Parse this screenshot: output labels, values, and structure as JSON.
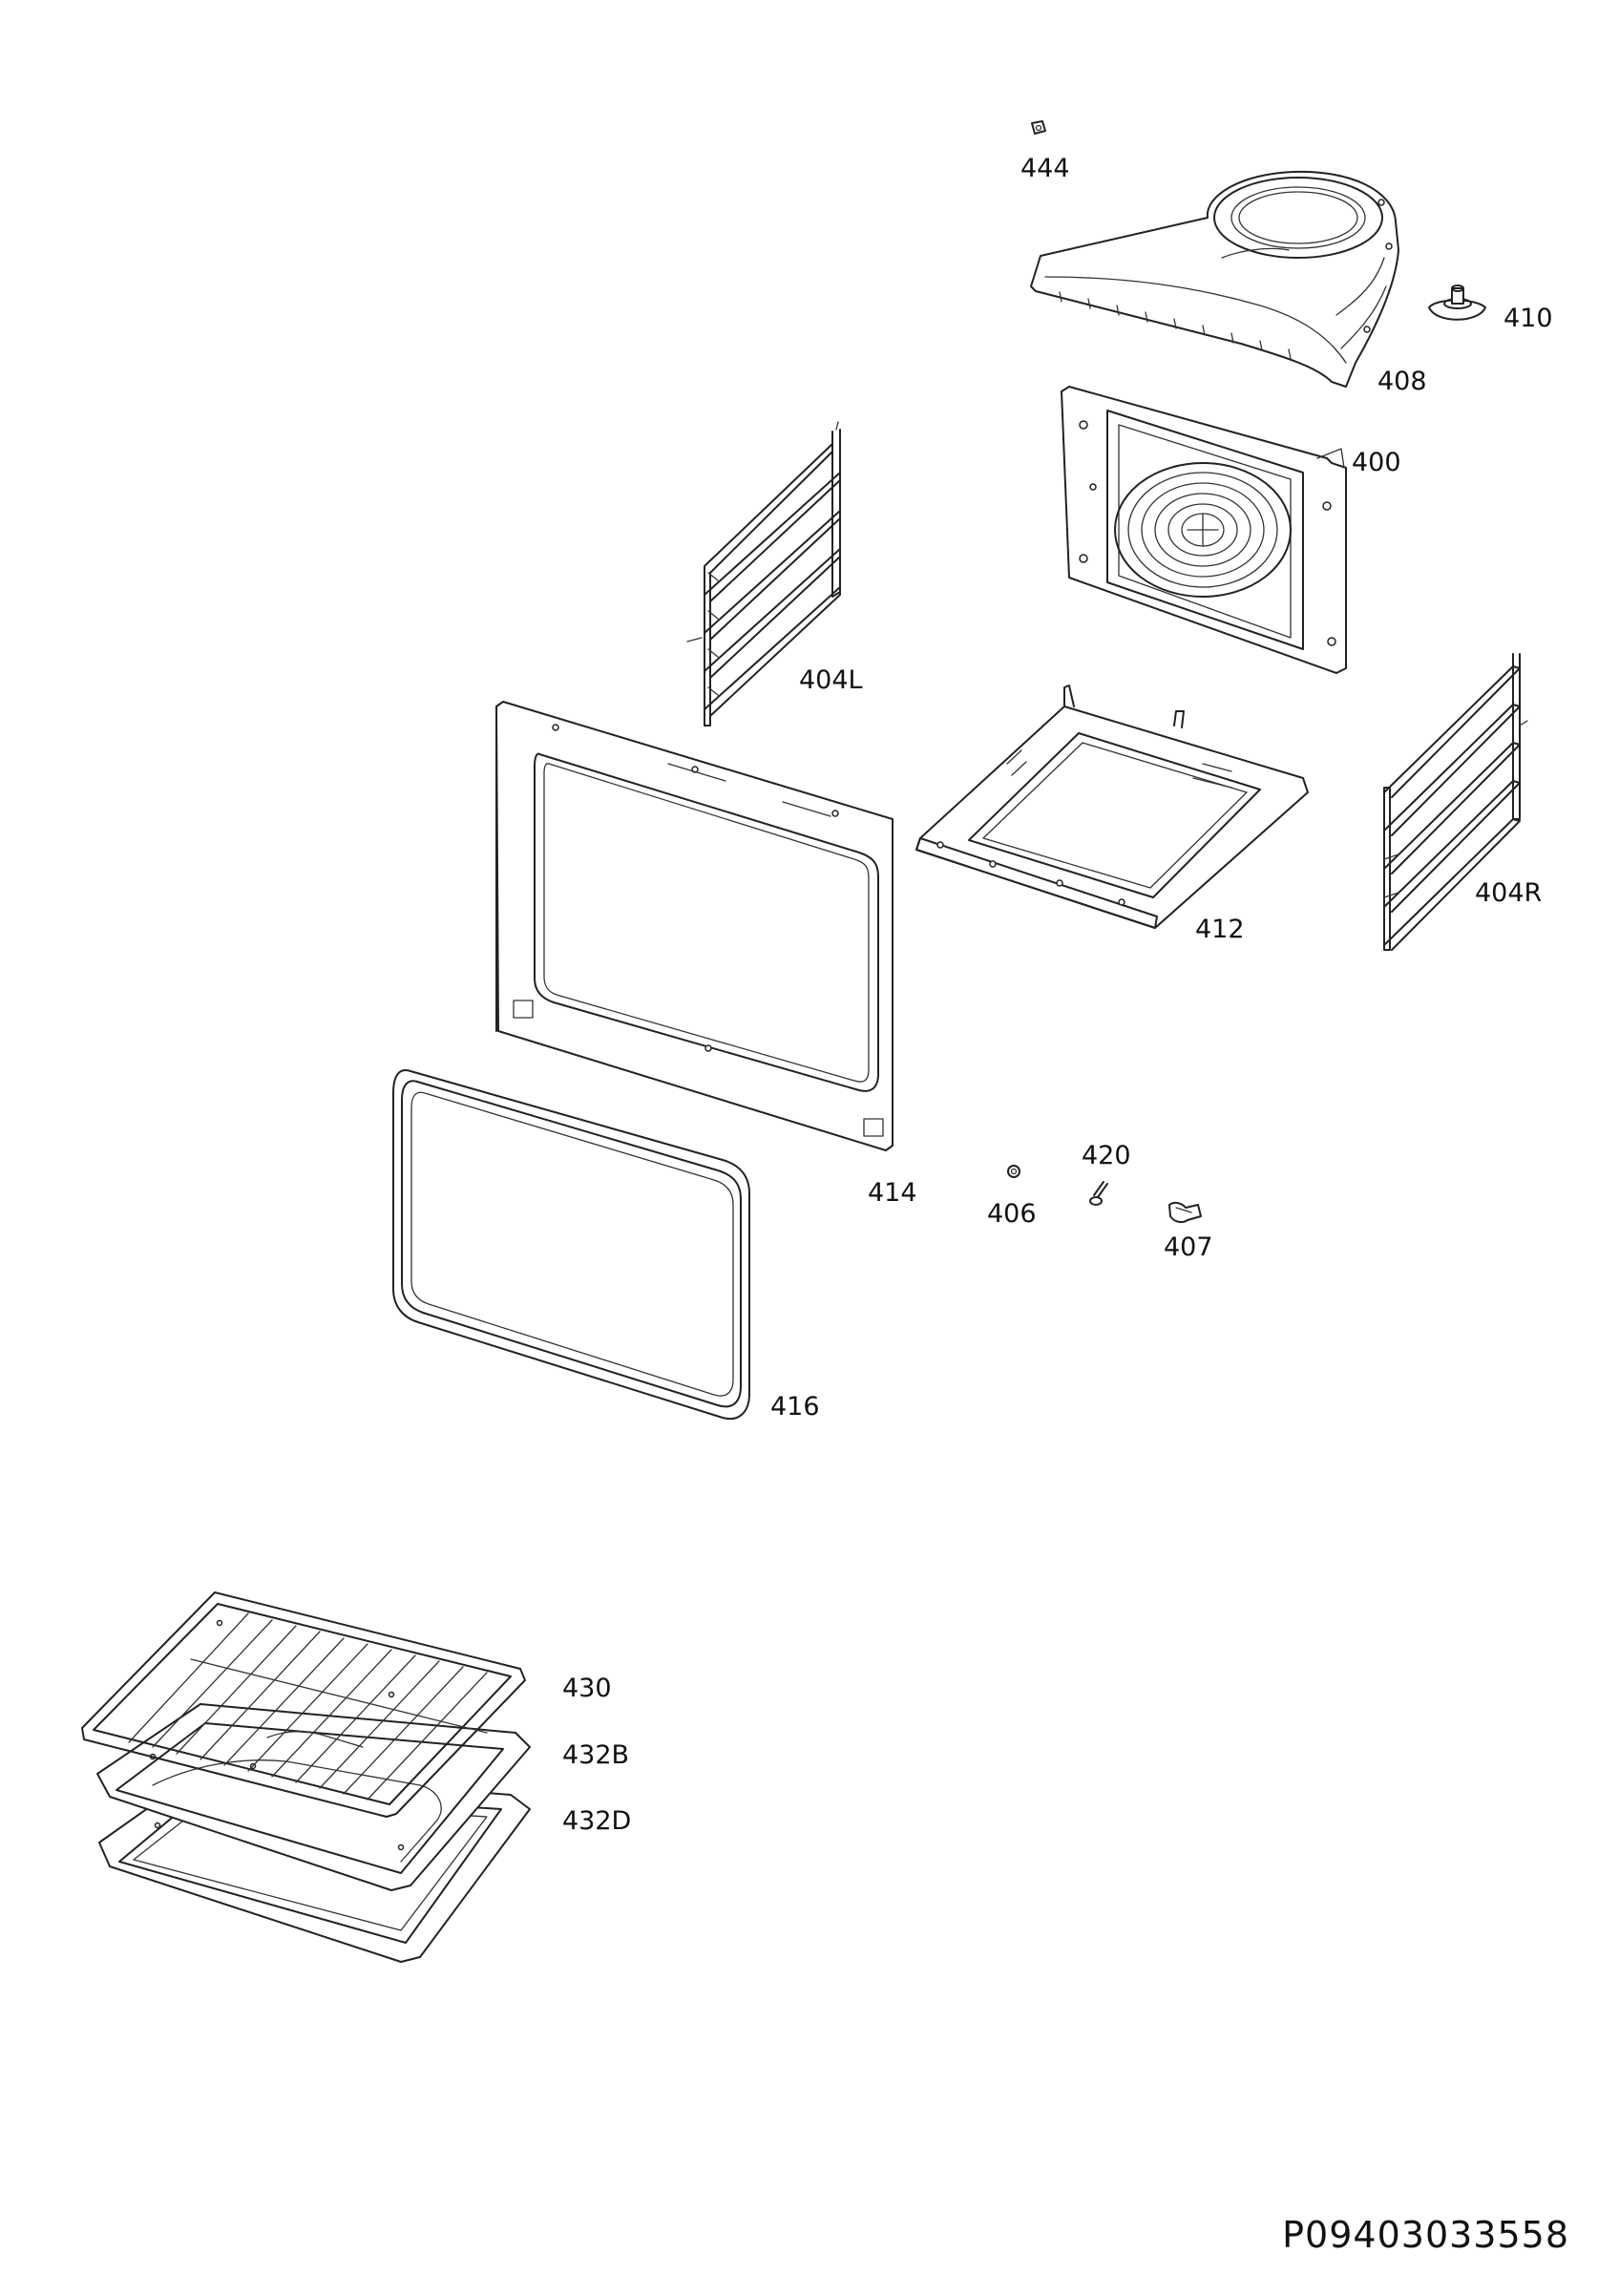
{
  "diagram": {
    "document_id": "P09403033558",
    "parts": [
      {
        "id": "444",
        "label": "444"
      },
      {
        "id": "410",
        "label": "410"
      },
      {
        "id": "408",
        "label": "408"
      },
      {
        "id": "400",
        "label": "400"
      },
      {
        "id": "404L",
        "label": "404L"
      },
      {
        "id": "412",
        "label": "412"
      },
      {
        "id": "404R",
        "label": "404R"
      },
      {
        "id": "414",
        "label": "414"
      },
      {
        "id": "420",
        "label": "420"
      },
      {
        "id": "406",
        "label": "406"
      },
      {
        "id": "407",
        "label": "407"
      },
      {
        "id": "416",
        "label": "416"
      },
      {
        "id": "430",
        "label": "430"
      },
      {
        "id": "432B",
        "label": "432B"
      },
      {
        "id": "432D",
        "label": "432D"
      }
    ]
  }
}
